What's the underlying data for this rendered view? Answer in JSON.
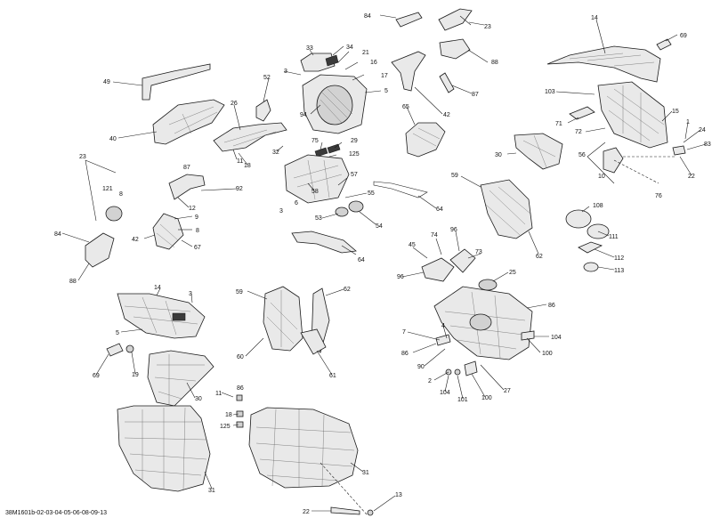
{
  "diagram_id": "38M1601b-02-03-04-05-06-08-09-13",
  "callouts": [
    {
      "id": "c-84a",
      "text": "84"
    },
    {
      "id": "c-23a",
      "text": "23"
    },
    {
      "id": "c-14a",
      "text": "14"
    },
    {
      "id": "c-69a",
      "text": "69"
    },
    {
      "id": "c-33",
      "text": "33"
    },
    {
      "id": "c-34",
      "text": "34"
    },
    {
      "id": "c-21",
      "text": "21"
    },
    {
      "id": "c-16",
      "text": "16"
    },
    {
      "id": "c-3a",
      "text": "3"
    },
    {
      "id": "c-17",
      "text": "17"
    },
    {
      "id": "c-5a",
      "text": "5"
    },
    {
      "id": "c-52",
      "text": "52"
    },
    {
      "id": "c-94",
      "text": "94"
    },
    {
      "id": "c-49",
      "text": "49"
    },
    {
      "id": "c-26",
      "text": "26"
    },
    {
      "id": "c-40",
      "text": "40"
    },
    {
      "id": "c-88a",
      "text": "88"
    },
    {
      "id": "c-87a",
      "text": "87"
    },
    {
      "id": "c-42a",
      "text": "42"
    },
    {
      "id": "c-65",
      "text": "65"
    },
    {
      "id": "c-103",
      "text": "103"
    },
    {
      "id": "c-15",
      "text": "15"
    },
    {
      "id": "c-71",
      "text": "71"
    },
    {
      "id": "c-72",
      "text": "72"
    },
    {
      "id": "c-1",
      "text": "1"
    },
    {
      "id": "c-24",
      "text": "24"
    },
    {
      "id": "c-83",
      "text": "83"
    },
    {
      "id": "c-22a",
      "text": "22"
    },
    {
      "id": "c-56",
      "text": "56"
    },
    {
      "id": "c-10",
      "text": "10"
    },
    {
      "id": "c-76",
      "text": "76"
    },
    {
      "id": "c-30a",
      "text": "30"
    },
    {
      "id": "c-11a",
      "text": "11"
    },
    {
      "id": "c-18a",
      "text": "18"
    },
    {
      "id": "c-32",
      "text": "32"
    },
    {
      "id": "c-75",
      "text": "75"
    },
    {
      "id": "c-29",
      "text": "29"
    },
    {
      "id": "c-125a",
      "text": "125"
    },
    {
      "id": "c-23b",
      "text": "23"
    },
    {
      "id": "c-87b",
      "text": "87"
    },
    {
      "id": "c-121",
      "text": "121"
    },
    {
      "id": "c-8a",
      "text": "8"
    },
    {
      "id": "c-92",
      "text": "92"
    },
    {
      "id": "c-12",
      "text": "12"
    },
    {
      "id": "c-9",
      "text": "9"
    },
    {
      "id": "c-42b",
      "text": "42"
    },
    {
      "id": "c-8b",
      "text": "8"
    },
    {
      "id": "c-67",
      "text": "67"
    },
    {
      "id": "c-57",
      "text": "57"
    },
    {
      "id": "c-58",
      "text": "58"
    },
    {
      "id": "c-55",
      "text": "55"
    },
    {
      "id": "c-3b",
      "text": "3"
    },
    {
      "id": "c-6",
      "text": "6"
    },
    {
      "id": "c-53",
      "text": "53"
    },
    {
      "id": "c-54",
      "text": "54"
    },
    {
      "id": "c-64a",
      "text": "64"
    },
    {
      "id": "c-59a",
      "text": "59"
    },
    {
      "id": "c-62a",
      "text": "62"
    },
    {
      "id": "c-108",
      "text": "108"
    },
    {
      "id": "c-111",
      "text": "111"
    },
    {
      "id": "c-112",
      "text": "112"
    },
    {
      "id": "c-113",
      "text": "113"
    },
    {
      "id": "c-84b",
      "text": "84"
    },
    {
      "id": "c-88b",
      "text": "88"
    },
    {
      "id": "c-64b",
      "text": "64"
    },
    {
      "id": "c-74",
      "text": "74"
    },
    {
      "id": "c-96a",
      "text": "96"
    },
    {
      "id": "c-45",
      "text": "45"
    },
    {
      "id": "c-73",
      "text": "73"
    },
    {
      "id": "c-96b",
      "text": "96"
    },
    {
      "id": "c-25",
      "text": "25"
    },
    {
      "id": "c-14b",
      "text": "14"
    },
    {
      "id": "c-3c",
      "text": "3"
    },
    {
      "id": "c-59b",
      "text": "59"
    },
    {
      "id": "c-62b",
      "text": "62"
    },
    {
      "id": "c-5b",
      "text": "5"
    },
    {
      "id": "c-86a",
      "text": "86"
    },
    {
      "id": "c-60",
      "text": "60"
    },
    {
      "id": "c-7",
      "text": "7"
    },
    {
      "id": "c-4",
      "text": "4"
    },
    {
      "id": "c-104a",
      "text": "104"
    },
    {
      "id": "c-86b",
      "text": "86"
    },
    {
      "id": "c-100a",
      "text": "100"
    },
    {
      "id": "c-69b",
      "text": "69"
    },
    {
      "id": "c-19",
      "text": "19"
    },
    {
      "id": "c-90",
      "text": "90"
    },
    {
      "id": "c-61",
      "text": "61"
    },
    {
      "id": "c-2",
      "text": "2"
    },
    {
      "id": "c-104b",
      "text": "104"
    },
    {
      "id": "c-101",
      "text": "101"
    },
    {
      "id": "c-100b",
      "text": "100"
    },
    {
      "id": "c-27",
      "text": "27"
    },
    {
      "id": "c-30b",
      "text": "30"
    },
    {
      "id": "c-11b",
      "text": "11"
    },
    {
      "id": "c-86c",
      "text": "86"
    },
    {
      "id": "c-18b",
      "text": "18"
    },
    {
      "id": "c-125b",
      "text": "125"
    },
    {
      "id": "c-31a",
      "text": "31"
    },
    {
      "id": "c-31b",
      "text": "31"
    },
    {
      "id": "c-13",
      "text": "13"
    },
    {
      "id": "c-22b",
      "text": "22"
    }
  ]
}
